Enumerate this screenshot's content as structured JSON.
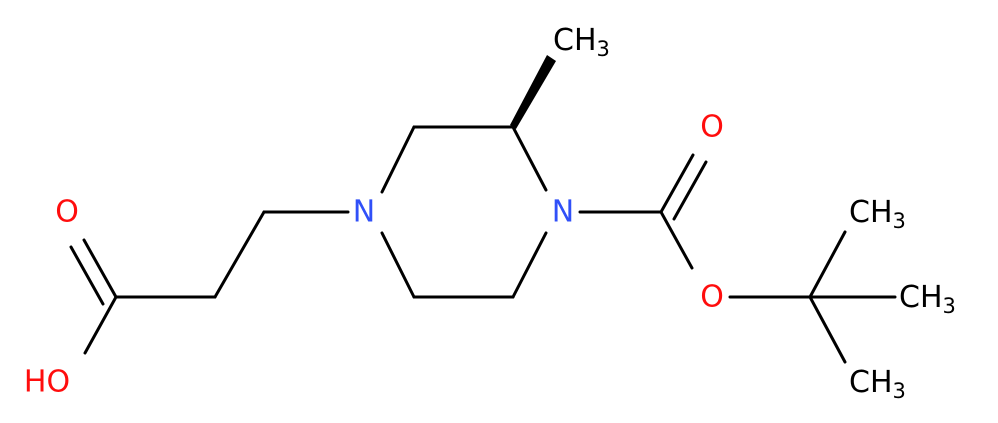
{
  "colors": {
    "carbon": "#000000",
    "nitrogen": "#3050F8",
    "oxygen": "#FF0D0D"
  },
  "atoms": {
    "n1": {
      "text": "N"
    },
    "n4": {
      "text": "N"
    },
    "o_carbonyl_acid": {
      "text": "O"
    },
    "o_hydroxyl": {
      "text": "HO"
    },
    "o_carbonyl_boc": {
      "text": "O"
    },
    "o_ester": {
      "text": "O"
    },
    "ch3_ring": {
      "main": "CH",
      "sub": "3"
    },
    "ch3_top": {
      "main": "CH",
      "sub": "3"
    },
    "ch3_mid": {
      "main": "CH",
      "sub": "3"
    },
    "ch3_bot": {
      "main": "CH",
      "sub": "3"
    }
  }
}
